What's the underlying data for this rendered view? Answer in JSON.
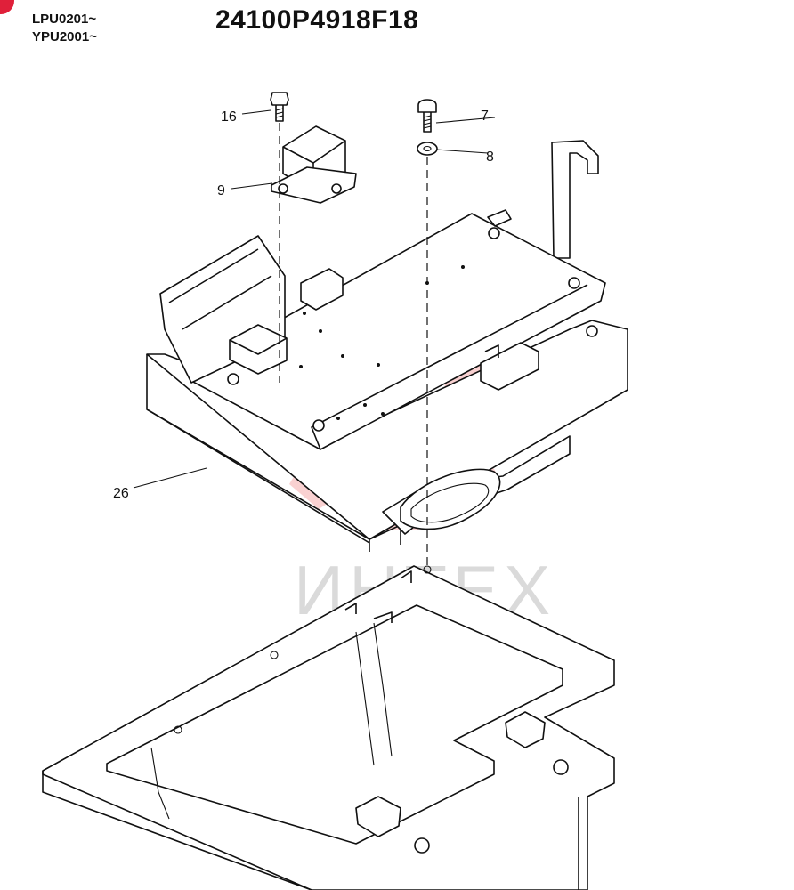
{
  "header": {
    "model_line_1": "LPU0201~",
    "model_line_2": "YPU2001~",
    "part_number": "24100P4918F18"
  },
  "callouts": {
    "c16": "16",
    "c7": "7",
    "c8": "8",
    "c9": "9",
    "c26": "26"
  },
  "watermark": {
    "text": "ИНТЕХ",
    "color": "#e85a5a"
  },
  "colors": {
    "badge": "#e0203a",
    "line": "#111111"
  }
}
